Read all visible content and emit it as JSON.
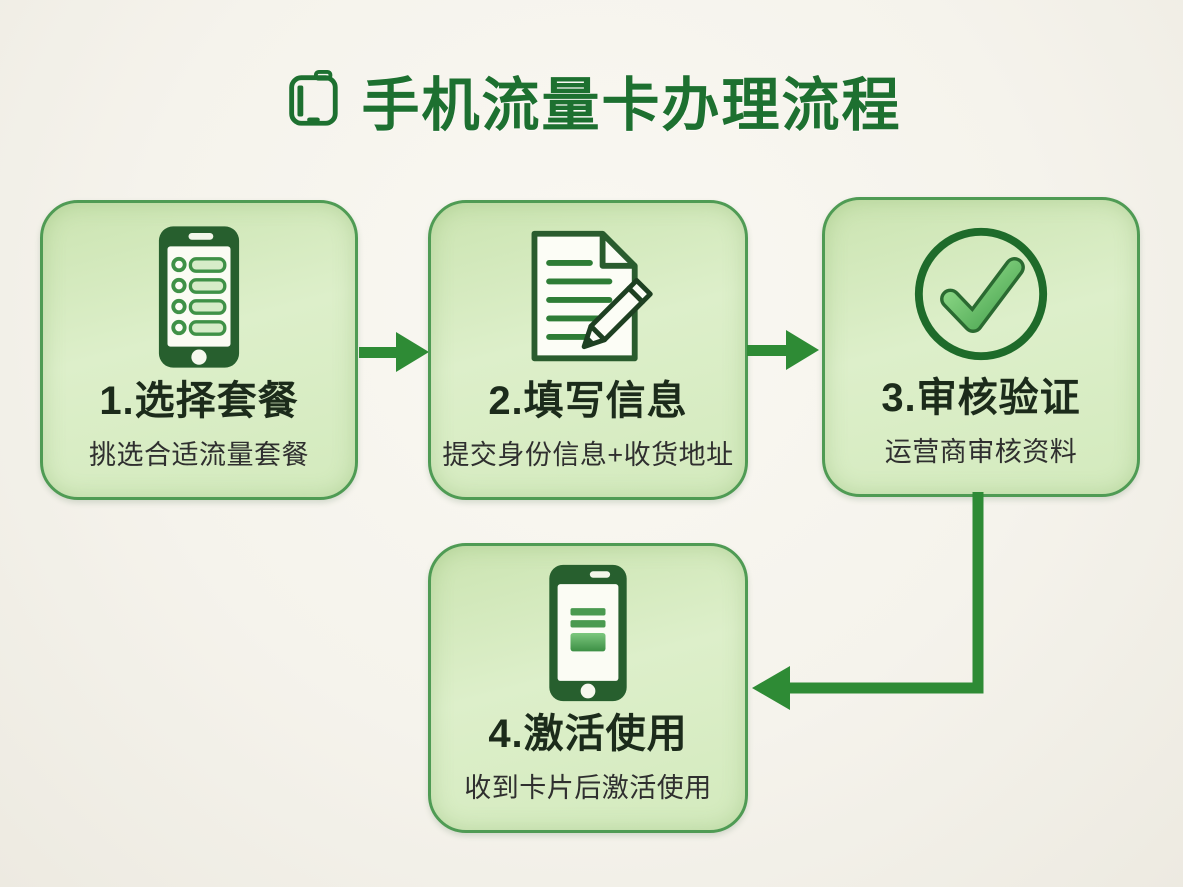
{
  "header": {
    "title": "手机流量卡办理流程",
    "icon": "device-icon"
  },
  "steps": [
    {
      "label": "1.选择套餐",
      "subtitle": "挑选合适流量套餐",
      "icon": "phone-list-icon"
    },
    {
      "label": "2.填写信息",
      "subtitle": "提交身份信息+收货地址",
      "icon": "document-pencil-icon"
    },
    {
      "label": "3.审核验证",
      "subtitle": "运营商审核资料",
      "icon": "check-circle-icon"
    },
    {
      "label": "4.激活使用",
      "subtitle": "收到卡片后激活使用",
      "icon": "phone-activate-icon"
    }
  ],
  "flow": {
    "connections": [
      {
        "from": "1.选择套餐",
        "to": "2.填写信息",
        "shape": "right-arrow"
      },
      {
        "from": "2.填写信息",
        "to": "3.审核验证",
        "shape": "right-arrow"
      },
      {
        "from": "3.审核验证",
        "to": "4.激活使用",
        "shape": "elbow-down-left-arrow"
      }
    ]
  },
  "colors": {
    "title_green": "#1d7030",
    "card_fill_light": "#ddefca",
    "card_fill_dark": "#cbe4b1",
    "card_border": "#4f9b54",
    "arrow_green": "#2e8b35",
    "icon_dark_green": "#275f2e",
    "line_green": "#2e7d36",
    "check_light_green": "#8edc8a",
    "step_title_color": "#1c2b1b",
    "subtitle_color": "#2f2f2f",
    "background": "#f5f3ec"
  }
}
